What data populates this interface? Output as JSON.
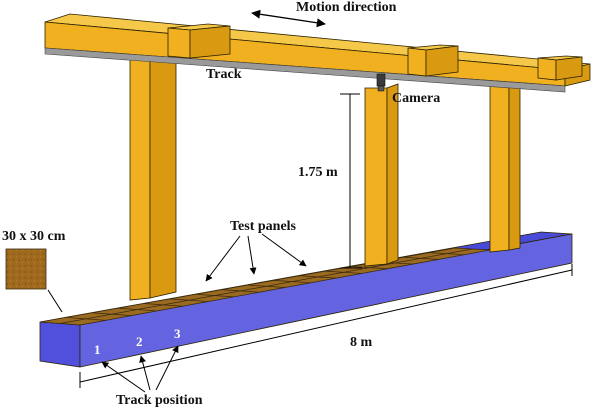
{
  "labels": {
    "motion_direction": "Motion direction",
    "track": "Track",
    "camera": "Camera",
    "height": "1.75 m",
    "panel_size": "30 x 30 cm",
    "test_panels": "Test panels",
    "length": "8 m",
    "track_position": "Track position",
    "pos_1": "1",
    "pos_2": "2",
    "pos_3": "3"
  },
  "colors": {
    "frame_front": "#f0b020",
    "frame_top": "#f6c84a",
    "frame_side": "#d99a12",
    "rail": "#9a9a9a",
    "bed_top": "#4a4ad8",
    "bed_side": "#6464e0",
    "panel": "#9a6a20",
    "panel_swatch": "#a06a1e"
  }
}
